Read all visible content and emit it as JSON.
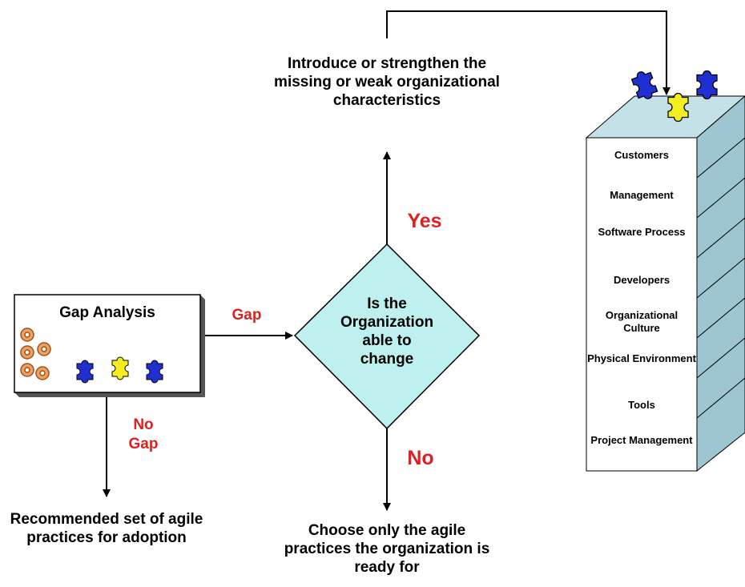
{
  "top_goal": "Introduce or strengthen the missing or weak organizational characteristics",
  "gap_box_title": "Gap Analysis",
  "gap_label": "Gap",
  "decision": "Is the Organization able to change",
  "yes_label": "Yes",
  "no_label": "No",
  "no_gap_label": "No Gap",
  "recommended": "Recommended set of agile practices for adoption",
  "choose": "Choose only the agile practices the organization is ready for",
  "layers": [
    "Customers",
    "Management",
    "Software Process",
    "Developers",
    "Organizational Culture",
    "Physical Environment",
    "Tools",
    "Project Management"
  ],
  "colors": {
    "diamond_fill": "#bff0f0",
    "building_face": "#ffffff",
    "building_side": "#9dc6d2",
    "building_top": "#c3e1e6",
    "accent_red": "#e02020",
    "gear": "#f0a060",
    "puzzle_blue": "#1f2fd0",
    "puzzle_yellow": "#f4ee20"
  },
  "icons": [
    "gears-icon",
    "puzzle-pieces-icon"
  ]
}
